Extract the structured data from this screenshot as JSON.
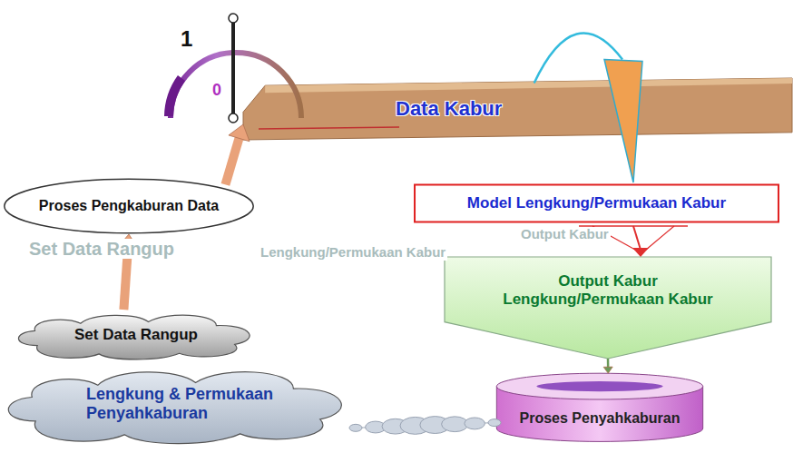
{
  "diagram": {
    "nodes": [
      {
        "text": [
          "Data Kabur"
        ]
      },
      {
        "text": [
          "Proses Pengkaburan Data"
        ]
      },
      {
        "text": [
          "Set Data Rangup"
        ]
      },
      {
        "text": [
          "Lengkung & Permukaan Penyahkaburan"
        ]
      },
      {
        "text": [
          "Model Lengkung/Permukaan Kabur"
        ]
      },
      {
        "text": [
          "Output Kabur Lengkung/Permukaan Kabur"
        ]
      },
      {
        "text": [
          "Proses Penyahkaburan"
        ]
      }
    ],
    "edges": [
      {
        "from": 2,
        "to": 1,
        "arrow": "to"
      },
      {
        "from": 1,
        "to": 0,
        "arrow": "to"
      },
      {
        "from": 0,
        "to": 4,
        "arrow": "to"
      },
      {
        "from": 4,
        "to": 5,
        "arrow": "to"
      },
      {
        "from": 5,
        "to": 6,
        "arrow": "to"
      },
      {
        "from": 3,
        "to": 6,
        "arrow": "none"
      }
    ],
    "labels": [
      "1",
      "0",
      "Set Data Rangup",
      "Output Kabur",
      "Lengkung/Permukaan Kabur"
    ]
  }
}
